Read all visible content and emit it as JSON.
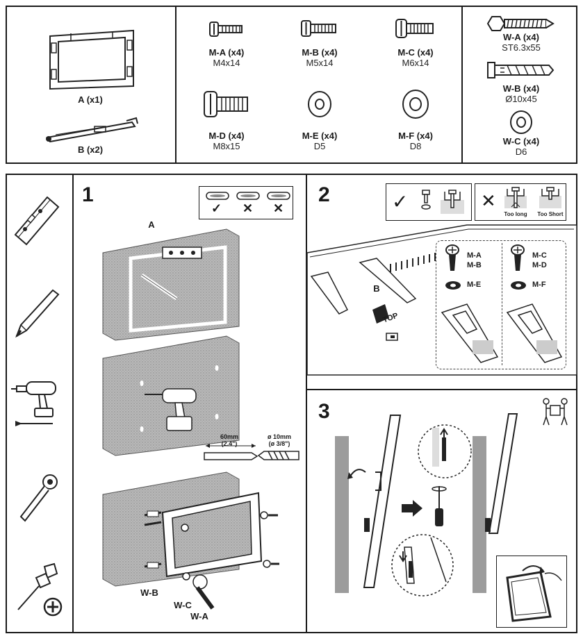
{
  "parts": {
    "A": {
      "label": "A (x1)"
    },
    "B": {
      "label": "B (x2)"
    },
    "screws": [
      {
        "label": "M-A (x4)",
        "size": "M4x14"
      },
      {
        "label": "M-B (x4)",
        "size": "M5x14"
      },
      {
        "label": "M-C (x4)",
        "size": "M6x14"
      },
      {
        "label": "M-D (x4)",
        "size": "M8x15"
      },
      {
        "label": "M-E (x4)",
        "size": "D5"
      },
      {
        "label": "M-F (x4)",
        "size": "D8"
      }
    ],
    "wall": [
      {
        "label": "W-A (x4)",
        "size": "ST6.3x55"
      },
      {
        "label": "W-B (x4)",
        "size": "Ø10x45"
      },
      {
        "label": "W-C (x4)",
        "size": "D6"
      }
    ]
  },
  "tools": [
    "level-icon",
    "pencil-icon",
    "drill-icon",
    "socket-wrench-icon",
    "phillips-screwdriver-icon"
  ],
  "step1": {
    "number": "1",
    "label_a": "A",
    "depth": "60mm",
    "depth_in": "(2.4\")",
    "bit": "ø 10mm",
    "bit_in": "(ø 3/8\")",
    "label_wb": "W-B",
    "label_wc": "W-C",
    "label_wa": "W-A",
    "check": "✓",
    "cross": "✕"
  },
  "step2": {
    "number": "2",
    "label_b": "B",
    "top": "TOP",
    "too_long": "Too long",
    "too_short": "Too Short",
    "ma": "M-A",
    "mb": "M-B",
    "me": "M-E",
    "mc": "M-C",
    "md": "M-D",
    "mf": "M-F",
    "check": "✓",
    "cross": "✕"
  },
  "step3": {
    "number": "3"
  }
}
